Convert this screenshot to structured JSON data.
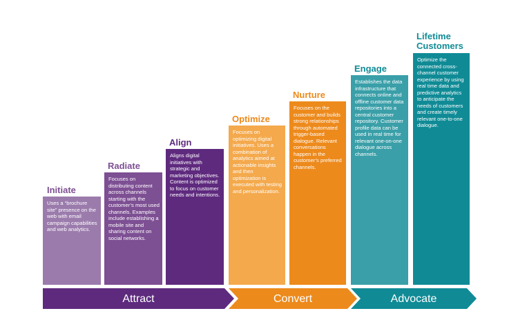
{
  "steps": [
    {
      "id": "initiate",
      "title": "Initiate",
      "color": "#9b7bac",
      "text": "Uses a “brochure site” presence on the web with email campaign capabilities and web analytics."
    },
    {
      "id": "radiate",
      "title": "Radiate",
      "color": "#7d4f93",
      "text": "Focuses on distributing content across channels starting with the customer’s most used channels. Examples include establishing a mobile site and sharing content on social networks."
    },
    {
      "id": "align",
      "title": "Align",
      "color": "#5e2a7e",
      "text": "Aligns digital initiatives with strategic and marketing objectives. Content is optimized to focus on customer needs and intentions."
    },
    {
      "id": "optimize",
      "title": "Optimize",
      "color": "#f4a94c",
      "text": "Focuses on optimizing digital initiatives. Uses a combination of analytics aimed at actionable insights and then optimization is executed with testing and personalization."
    },
    {
      "id": "nurture",
      "title": "Nurture",
      "color": "#ed8a1c",
      "text": "Focuses on the customer and builds strong relationships through automated trigger-based dialogue. Relevant conversations happen in the customer’s preferred channels."
    },
    {
      "id": "engage",
      "title": "Engage",
      "color": "#3a9fa8",
      "text": "Establishes the data infrastructure that connects online and offline customer data repositories into a central customer repository. Customer profile data can be used in real time for relevant one-on-one dialogue across channels."
    },
    {
      "id": "lifetime",
      "title": "Lifetime Customers",
      "color": "#108b96",
      "text": "Optimize the connected cross-channel customer experience by using real time data and predictive analytics to anticipate the needs of customers and create timely relevant one-to-one dialogue."
    }
  ],
  "phases": [
    {
      "id": "attract",
      "label": "Attract",
      "color": "#5e2a7e"
    },
    {
      "id": "convert",
      "label": "Convert",
      "color": "#ed8a1c"
    },
    {
      "id": "advocate",
      "label": "Advocate",
      "color": "#108b96"
    }
  ]
}
